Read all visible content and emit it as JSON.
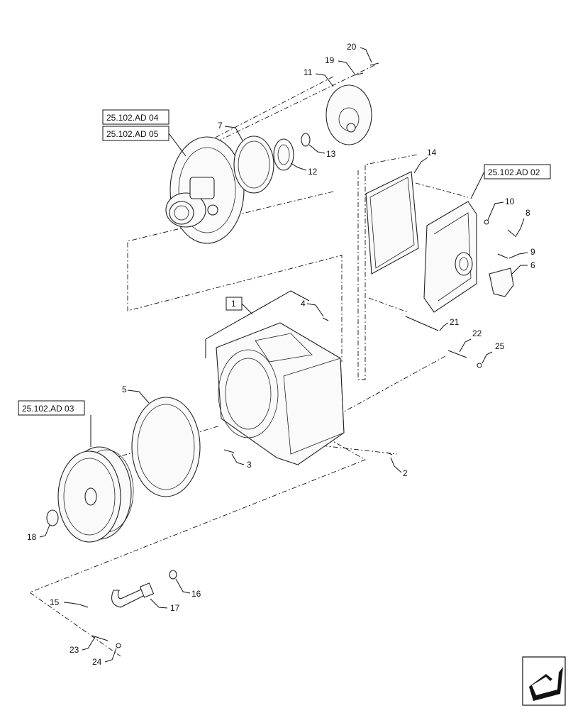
{
  "figure": {
    "ref_labels": {
      "ad04": "25.102.AD 04",
      "ad05": "25.102.AD 05",
      "ad02": "25.102.AD 02",
      "ad03": "25.102.AD 03"
    },
    "callouts": {
      "c1": "1",
      "c2": "2",
      "c3": "3",
      "c4": "4",
      "c5": "5",
      "c6": "6",
      "c7": "7",
      "c8": "8",
      "c9": "9",
      "c10": "10",
      "c11": "11",
      "c12": "12",
      "c13": "13",
      "c14": "14",
      "c15": "15",
      "c16": "16",
      "c17": "17",
      "c18": "18",
      "c19": "19",
      "c20": "20",
      "c21": "21",
      "c22": "22",
      "c23": "23",
      "c24": "24",
      "c25": "25"
    },
    "nav_icon": "page-turn-arrow-icon"
  }
}
